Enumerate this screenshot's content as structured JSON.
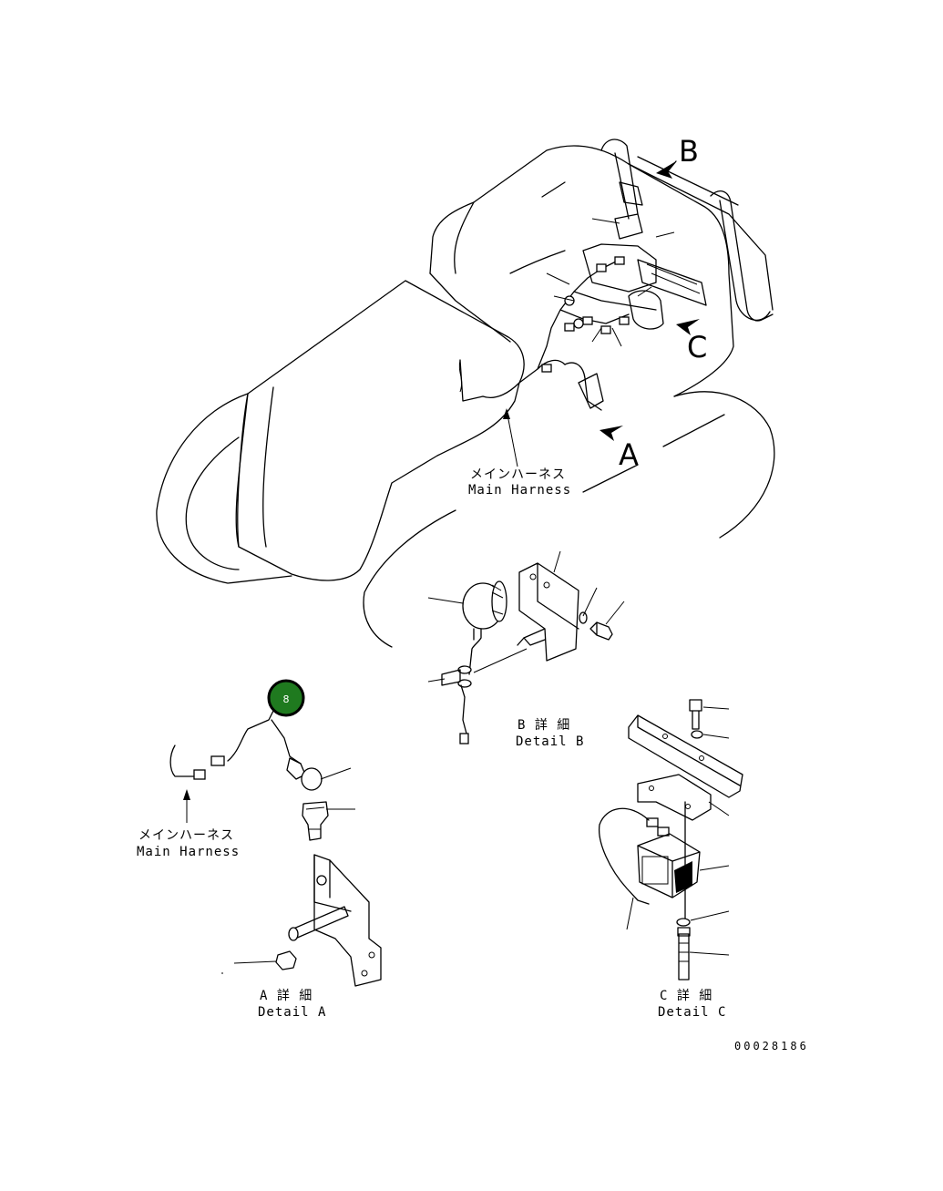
{
  "callouts": {
    "view_b": "B",
    "view_c": "C",
    "view_a": "A"
  },
  "main_harness_top": {
    "jp": "メインハーネス",
    "en": "Main Harness"
  },
  "main_harness_left": {
    "jp": "メインハーネス",
    "en": "Main Harness"
  },
  "detail_b": {
    "jp": "B 詳 細",
    "en": "Detail B"
  },
  "detail_a": {
    "jp": "A 詳 細",
    "en": "Detail A"
  },
  "detail_c": {
    "jp": "C 詳 細",
    "en": "Detail C"
  },
  "part_marker": {
    "label": "8",
    "color": "#1f7a1f"
  },
  "drawing_number": "00028186"
}
